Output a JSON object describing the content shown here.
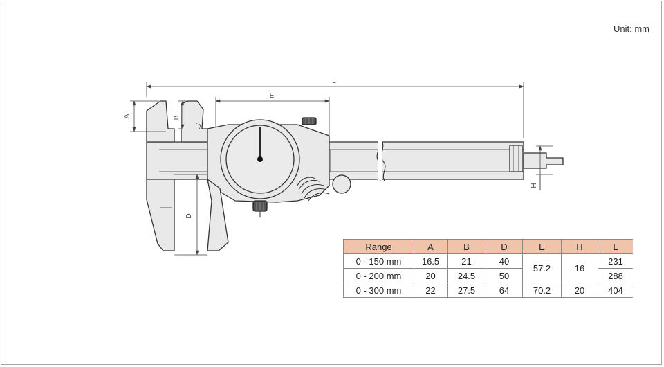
{
  "unit_label": "Unit: mm",
  "dimension_labels": {
    "L": "L",
    "E": "E",
    "A": "A",
    "B": "B",
    "D": "D",
    "H": "H"
  },
  "table": {
    "headers": [
      "Range",
      "A",
      "B",
      "D",
      "E",
      "H",
      "L"
    ],
    "rows": [
      {
        "range": "0 - 150 mm",
        "a": "16.5",
        "b": "21",
        "d": "40",
        "e": "57.2",
        "h": "16",
        "l": "231"
      },
      {
        "range": "0 - 200 mm",
        "a": "20",
        "b": "24.5",
        "d": "50",
        "l": "288"
      },
      {
        "range": "0 - 300 mm",
        "a": "22",
        "b": "27.5",
        "d": "64",
        "e": "70.2",
        "h": "20",
        "l": "404"
      }
    ]
  },
  "colors": {
    "header_fill": "#efc4ab",
    "body_fill": "#e9e9e9",
    "outline": "#333333",
    "frame": "#a7a7a7"
  }
}
